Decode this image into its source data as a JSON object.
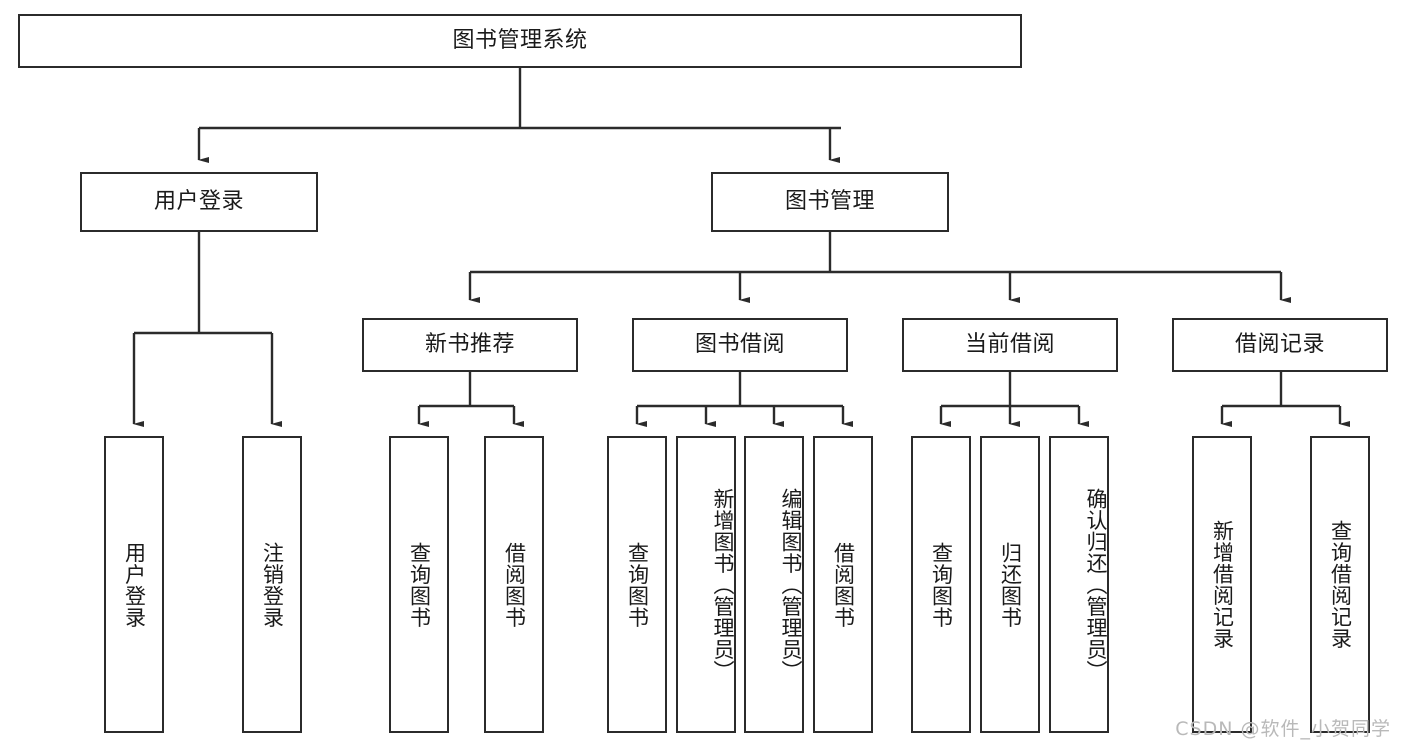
{
  "diagram": {
    "type": "tree-hierarchy",
    "title": "图书管理系统",
    "root": {
      "label": "图书管理系统"
    },
    "level2": [
      {
        "id": "user-login",
        "label": "用户登录"
      },
      {
        "id": "book-manage",
        "label": "图书管理"
      }
    ],
    "level3": [
      {
        "id": "new-book-recommend",
        "label": "新书推荐",
        "parent": "book-manage"
      },
      {
        "id": "book-borrow",
        "label": "图书借阅",
        "parent": "book-manage"
      },
      {
        "id": "current-borrow",
        "label": "当前借阅",
        "parent": "book-manage"
      },
      {
        "id": "borrow-record",
        "label": "借阅记录",
        "parent": "book-manage"
      }
    ],
    "leaves": [
      {
        "id": "leaf-user-login",
        "label": "用户登录",
        "parent": "user-login"
      },
      {
        "id": "leaf-user-logout",
        "label": "注销登录",
        "parent": "user-login"
      },
      {
        "id": "leaf-query-book-1",
        "label": "查询图书",
        "parent": "new-book-recommend"
      },
      {
        "id": "leaf-borrow-book-1",
        "label": "借阅图书",
        "parent": "new-book-recommend"
      },
      {
        "id": "leaf-query-book-2",
        "label": "查询图书",
        "parent": "book-borrow"
      },
      {
        "id": "leaf-add-book",
        "label": "新增图书（管理员）",
        "parent": "book-borrow"
      },
      {
        "id": "leaf-edit-book",
        "label": "编辑图书（管理员）",
        "parent": "book-borrow"
      },
      {
        "id": "leaf-borrow-book-2",
        "label": "借阅图书",
        "parent": "book-borrow"
      },
      {
        "id": "leaf-query-book-3",
        "label": "查询图书",
        "parent": "current-borrow"
      },
      {
        "id": "leaf-return-book",
        "label": "归还图书",
        "parent": "current-borrow"
      },
      {
        "id": "leaf-confirm-return",
        "label": "确认归还（管理员）",
        "parent": "current-borrow"
      },
      {
        "id": "leaf-add-record",
        "label": "新增借阅记录",
        "parent": "borrow-record"
      },
      {
        "id": "leaf-query-record",
        "label": "查询借阅记录",
        "parent": "borrow-record"
      }
    ],
    "watermark": "CSDN @软件_小贺同学",
    "colors": {
      "border": "#2b2b2b",
      "background": "#ffffff",
      "text": "#1a1a1a",
      "watermark": "#b9b9b9"
    }
  }
}
